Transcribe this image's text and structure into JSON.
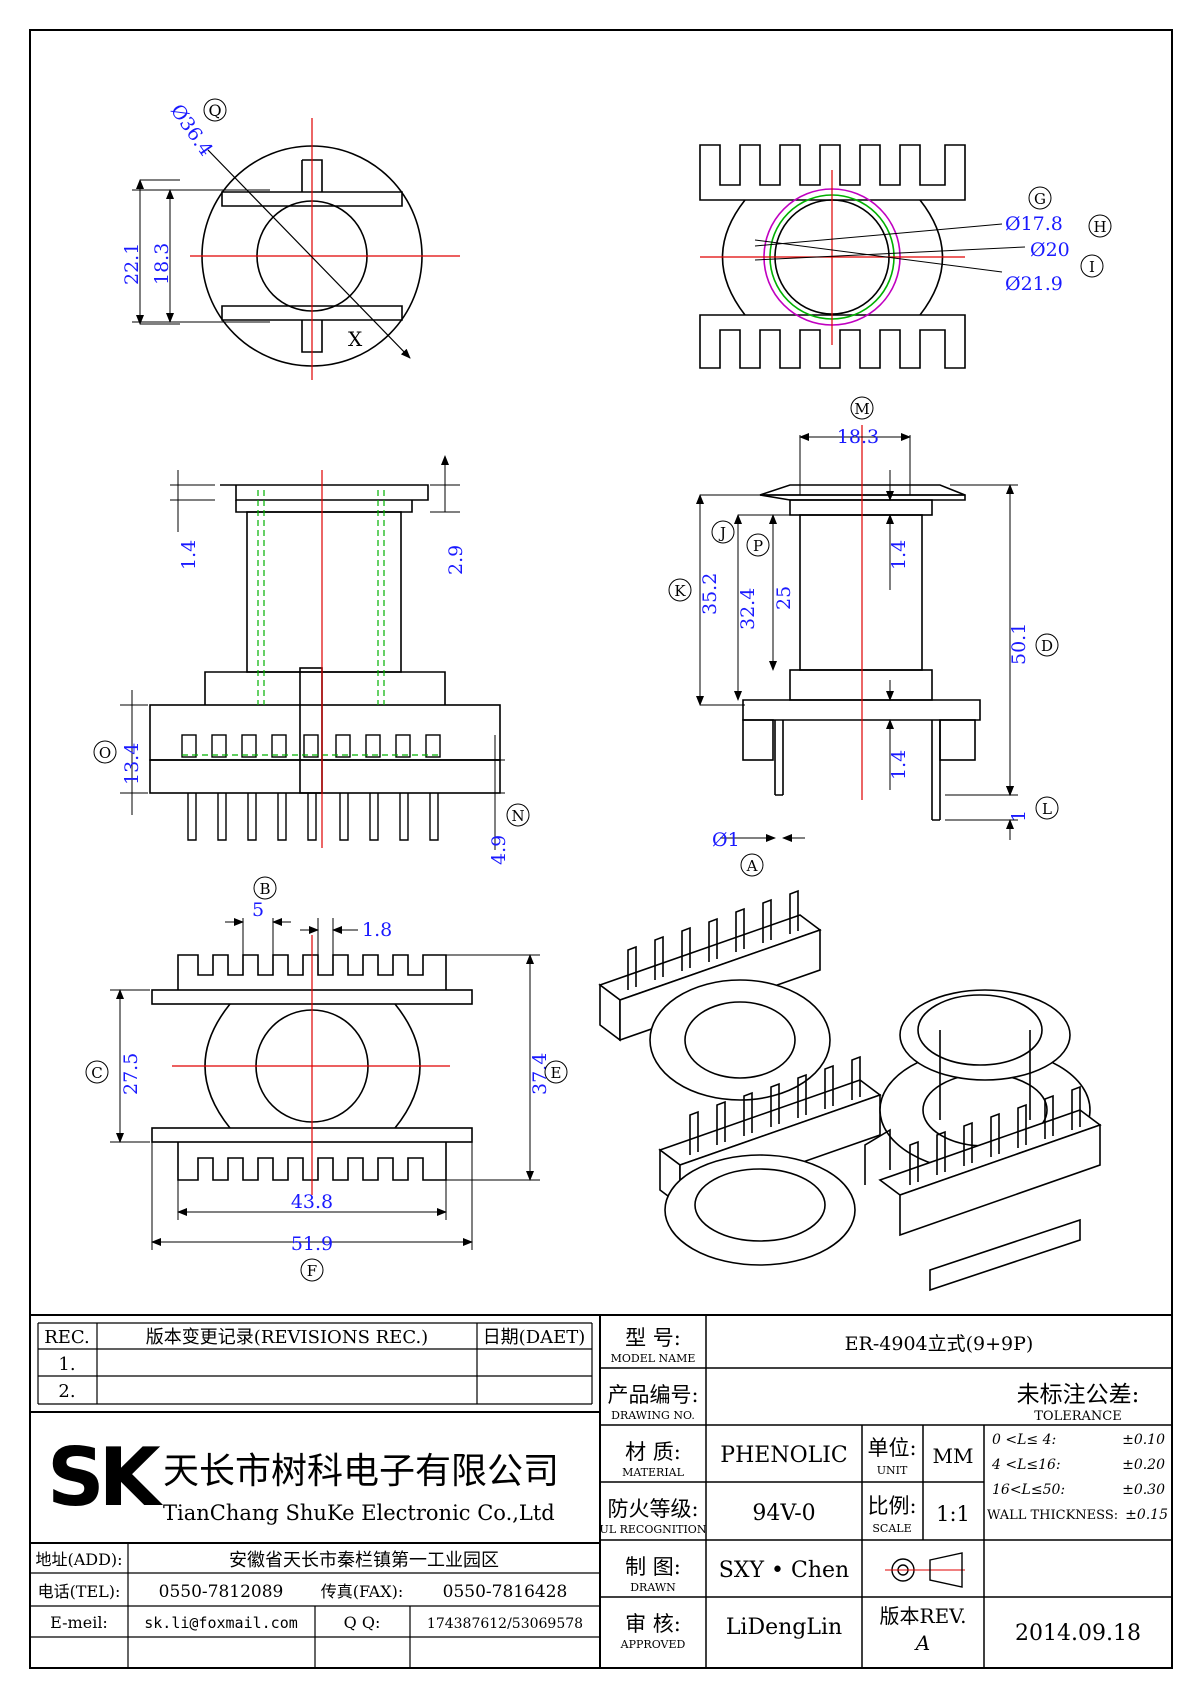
{
  "drawing": {
    "view_top": {
      "callout": "Q",
      "dims": [
        "Ø36.4",
        "22.1",
        "18.3"
      ],
      "mark": "X"
    },
    "view_bottom": {
      "callouts": [
        "G",
        "H",
        "I"
      ],
      "dims": [
        "Ø17.8",
        "Ø20",
        "Ø21.9"
      ]
    },
    "view_front": {
      "callouts": [
        "O",
        "N"
      ],
      "dims": [
        "1.4",
        "2.9",
        "13.4",
        "4.9"
      ]
    },
    "view_side": {
      "callouts": [
        "M",
        "J",
        "P",
        "K",
        "D",
        "L",
        "A"
      ],
      "dims": [
        "18.3",
        "35.2",
        "32.4",
        "25",
        "1.4",
        "50.1",
        "1.4",
        "1",
        "Ø1"
      ]
    },
    "view_plan": {
      "callouts": [
        "B",
        "C",
        "E",
        "F"
      ],
      "dims": [
        "5",
        "1.8",
        "27.5",
        "37.4",
        "43.8",
        "51.9"
      ]
    }
  },
  "title_block": {
    "rev_header": {
      "rev": "REC.",
      "desc": "版本变更记录(REVISIONS REC.)",
      "date": "日期(DAET)"
    },
    "rev_rows": [
      "1.",
      "2."
    ],
    "company": {
      "logo": "SK",
      "name_cn": "天长市树科电子有限公司",
      "name_en": "TianChang ShuKe Electronic Co.,Ltd"
    },
    "contact": {
      "addr_label": "地址(ADD):",
      "addr": "安徽省天长市秦栏镇第一工业园区",
      "tel_label": "电话(TEL):",
      "tel": "0550-7812089",
      "fax_label": "传真(FAX):",
      "fax": "0550-7816428",
      "email_label": "E-meil:",
      "email": "sk.li@foxmail.com",
      "qq_label": "Q Q:",
      "qq": "174387612/53069578"
    },
    "model": {
      "label_cn": "型  号:",
      "label_en": "MODEL NAME",
      "value": "ER-4904立式(9+9P)"
    },
    "drawing_no": {
      "label_cn": "产品编号:",
      "label_en": "DRAWING NO.",
      "value": ""
    },
    "material": {
      "label_cn": "材  质:",
      "label_en": "MATERIAL",
      "value": "PHENOLIC"
    },
    "ul": {
      "label_cn": "防火等级:",
      "label_en": "UL RECOGNITION",
      "value": "94V-0"
    },
    "drawn": {
      "label_cn": "制  图:",
      "label_en": "DRAWN",
      "value": "SXY • Chen"
    },
    "approved": {
      "label_cn": "审  核:",
      "label_en": "APPROVED",
      "value": "LiDengLin"
    },
    "unit": {
      "label_cn": "单位:",
      "label_en": "UNIT",
      "value": "MM"
    },
    "scale": {
      "label_cn": "比例:",
      "label_en": "SCALE",
      "value": "1:1"
    },
    "rev": {
      "label": "版本REV.",
      "value": "A"
    },
    "date": "2014.09.18",
    "tolerance": {
      "title_cn": "未标注公差:",
      "title_en": "TOLERANCE",
      "rows": [
        {
          "range": "0 <L≤ 4:",
          "tol": "±0.10"
        },
        {
          "range": "4 <L≤16:",
          "tol": "±0.20"
        },
        {
          "range": "16<L≤50:",
          "tol": "±0.30"
        },
        {
          "range": "WALL THICKNESS:",
          "tol": "±0.15"
        }
      ]
    }
  }
}
